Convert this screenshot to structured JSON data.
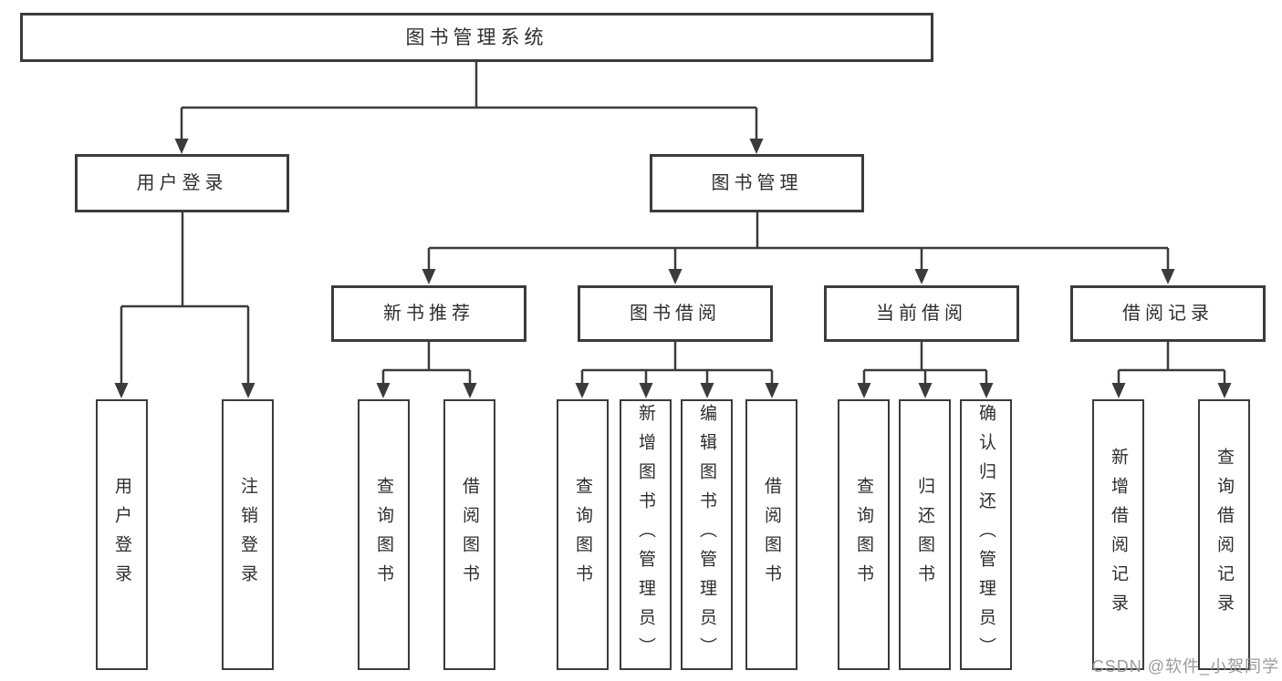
{
  "diagram_title": "图书管理系统",
  "nodes": {
    "root": {
      "label": "图书管理系统"
    },
    "user_login": {
      "label": "用户登录"
    },
    "book_mgmt": {
      "label": "图书管理"
    },
    "new_book_rec": {
      "label": "新书推荐"
    },
    "book_borrow": {
      "label": "图书借阅"
    },
    "current_borrow": {
      "label": "当前借阅"
    },
    "borrow_records": {
      "label": "借阅记录"
    },
    "leaf_user_login": {
      "label": "用户登录"
    },
    "leaf_logout": {
      "label": "注销登录"
    },
    "leaf_query_books_rec": {
      "label": "查询图书"
    },
    "leaf_borrow_books_rec": {
      "label": "借阅图书"
    },
    "leaf_query_books_bb": {
      "label": "查询图书"
    },
    "leaf_add_books": {
      "label": "新增图书（管理员）"
    },
    "leaf_edit_books": {
      "label": "编辑图书（管理员）"
    },
    "leaf_borrow_books_bb": {
      "label": "借阅图书"
    },
    "leaf_query_books_cb": {
      "label": "查询图书"
    },
    "leaf_return_books": {
      "label": "归还图书"
    },
    "leaf_confirm_return": {
      "label": "确认归还（管理员）"
    },
    "leaf_add_borrow_record": {
      "label": "新增借阅记录"
    },
    "leaf_query_borrow_record": {
      "label": "查询借阅记录"
    }
  },
  "edges": [
    {
      "from": "root",
      "to": "user_login"
    },
    {
      "from": "root",
      "to": "book_mgmt"
    },
    {
      "from": "user_login",
      "to": "leaf_user_login"
    },
    {
      "from": "user_login",
      "to": "leaf_logout"
    },
    {
      "from": "book_mgmt",
      "to": "new_book_rec"
    },
    {
      "from": "book_mgmt",
      "to": "book_borrow"
    },
    {
      "from": "book_mgmt",
      "to": "current_borrow"
    },
    {
      "from": "book_mgmt",
      "to": "borrow_records"
    },
    {
      "from": "new_book_rec",
      "to": "leaf_query_books_rec"
    },
    {
      "from": "new_book_rec",
      "to": "leaf_borrow_books_rec"
    },
    {
      "from": "book_borrow",
      "to": "leaf_query_books_bb"
    },
    {
      "from": "book_borrow",
      "to": "leaf_add_books"
    },
    {
      "from": "book_borrow",
      "to": "leaf_edit_books"
    },
    {
      "from": "book_borrow",
      "to": "leaf_borrow_books_bb"
    },
    {
      "from": "current_borrow",
      "to": "leaf_query_books_cb"
    },
    {
      "from": "current_borrow",
      "to": "leaf_return_books"
    },
    {
      "from": "current_borrow",
      "to": "leaf_confirm_return"
    },
    {
      "from": "borrow_records",
      "to": "leaf_add_borrow_record"
    },
    {
      "from": "borrow_records",
      "to": "leaf_query_borrow_record"
    }
  ],
  "watermark": {
    "text": "CSDN @软件_小贺同学"
  },
  "colors": {
    "line": "#3b3b3b",
    "text": "#2e2e2e",
    "box_background": "#ffffff",
    "page_background": "#ffffff",
    "watermark": "#9b9b9b"
  }
}
